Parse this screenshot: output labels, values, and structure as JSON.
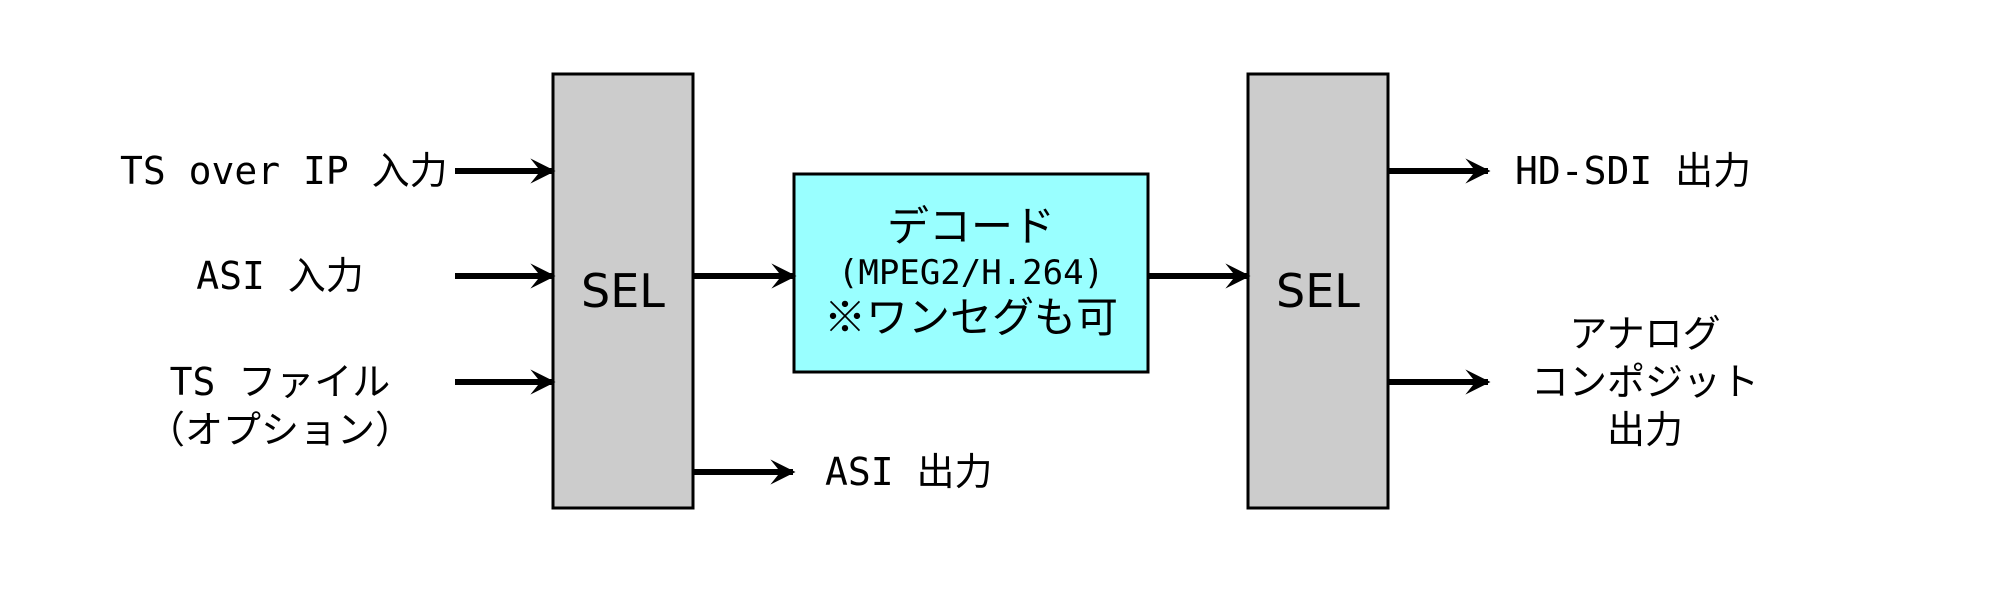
{
  "colors": {
    "selector_fill": "#cccccc",
    "decoder_fill": "#99ffff",
    "stroke": "#000000"
  },
  "inputs": {
    "ts_over_ip": "TS over IP 入力",
    "asi": "ASI 入力",
    "ts_file_line1": "TS ファイル",
    "ts_file_line2": "（オプション）"
  },
  "selector_left": {
    "label": "SEL"
  },
  "selector_right": {
    "label": "SEL"
  },
  "decoder": {
    "line1": "デコード",
    "line2": "(MPEG2/H.264)",
    "line3": "※ワンセグも可"
  },
  "outputs": {
    "asi_out": "ASI 出力",
    "hd_sdi": "HD-SDI 出力",
    "analog_line1": "アナログ",
    "analog_line2": "コンポジット",
    "analog_line3": "出力"
  }
}
